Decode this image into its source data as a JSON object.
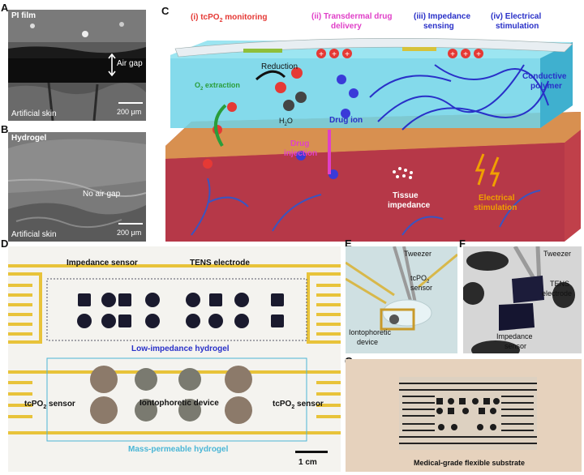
{
  "figure": {
    "panel_labels": {
      "a": "A",
      "b": "B",
      "c": "C",
      "d": "D",
      "e": "E",
      "f": "F",
      "g": "G"
    },
    "panel_a": {
      "top": "PI film",
      "gap": "Air gap",
      "bottom": "Artificial skin",
      "scale": "200 μm"
    },
    "panel_b": {
      "top": "Hydrogel",
      "gap": "No air gap",
      "bottom": "Artificial skin",
      "scale": "200 μm"
    },
    "panel_c": {
      "i_prefix": "(i) tcPO",
      "i_suffix": " monitoring",
      "ii_line1": "(ii) Transdermal drug",
      "ii_line2": "delivery",
      "iii_line1": "(iii) Impedance",
      "iii_line2": "sensing",
      "iv_line1": "(iv) Electrical",
      "iv_line2": "stimulation",
      "reduction": "Reduction",
      "o2_prefix": "O",
      "o2_suffix": " extraction",
      "water_prefix": "H",
      "water_suffix": "O",
      "drug_ion": "Drug ion",
      "conductive_line1": "Conductive",
      "conductive_line2": "polymer",
      "drug_injection_line1": "Drug",
      "drug_injection_line2": "injection",
      "tissue_line1": "Tissue",
      "tissue_line2": "impedance",
      "electrical_line1": "Electrical",
      "electrical_line2": "stimulation",
      "sub2": "2"
    },
    "panel_d": {
      "impedance_sensor": "Impedance sensor",
      "tens_electrode": "TENS electrode",
      "low_impedance": "Low-impedance hydrogel",
      "tcpo2_left": "tcPO",
      "tcpo2_right": "tcPO",
      "sensor_word": " sensor",
      "iontophoretic": "Iontophoretic device",
      "mass_permeable": "Mass-permeable hydrogel",
      "scale": "1 cm"
    },
    "panel_e": {
      "tweezer": "Tweezer",
      "tcpo2_line1": "tcPO",
      "tcpo2_line2": "sensor",
      "ionto_line1": "Iontophoretic",
      "ionto_line2": "device"
    },
    "panel_f": {
      "tweezer": "Tweezer",
      "tens_line1": "TENS",
      "tens_line2": "electrode",
      "imp_line1": "Impedance",
      "imp_line2": "sensor"
    },
    "panel_g": {
      "caption": "Medical-grade flexible substrate"
    },
    "colors": {
      "red": "#e53935",
      "magenta": "#e040c8",
      "blue": "#3a3ad8",
      "blue_dark": "#2930c8",
      "green": "#2a9d3a",
      "orange": "#f0a000",
      "hydrogel": "#6fd3e8",
      "skin": "#c0404a",
      "gold": "#e8c33a"
    }
  }
}
